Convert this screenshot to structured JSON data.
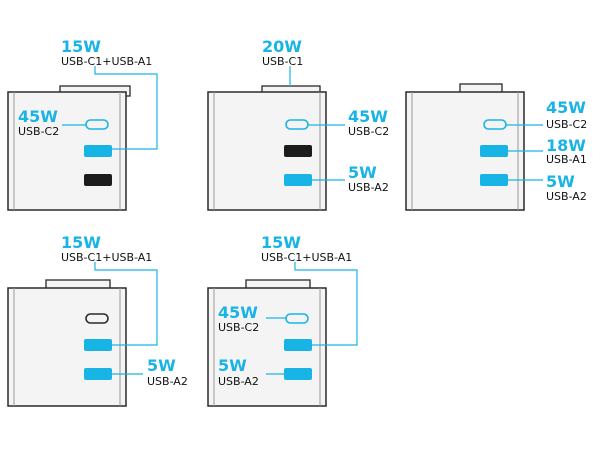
{
  "colors": {
    "accent": "#19b4e6",
    "text": "#111111",
    "body_fill": "#f4f4f4",
    "body_edge": "#2a2a2a",
    "port_dark": "#1c1c1c"
  },
  "diagrams": [
    {
      "id": "d1",
      "labels": [
        {
          "id": "a",
          "watts": "15W",
          "ports": "USB-C1+USB-A1"
        },
        {
          "id": "b",
          "watts": "45W",
          "ports": "USB-C2"
        }
      ]
    },
    {
      "id": "d2",
      "labels": [
        {
          "id": "a",
          "watts": "20W",
          "ports": "USB-C1"
        },
        {
          "id": "b",
          "watts": "45W",
          "ports": "USB-C2"
        },
        {
          "id": "c",
          "watts": "5W",
          "ports": "USB-A2"
        }
      ]
    },
    {
      "id": "d3",
      "labels": [
        {
          "id": "a",
          "watts": "45W",
          "ports": "USB-C2"
        },
        {
          "id": "b",
          "watts": "18W",
          "ports": "USB-A1"
        },
        {
          "id": "c",
          "watts": "5W",
          "ports": "USB-A2"
        }
      ]
    },
    {
      "id": "d4",
      "labels": [
        {
          "id": "a",
          "watts": "15W",
          "ports": "USB-C1+USB-A1"
        },
        {
          "id": "b",
          "watts": "5W",
          "ports": "USB-A2"
        }
      ]
    },
    {
      "id": "d5",
      "labels": [
        {
          "id": "a",
          "watts": "15W",
          "ports": "USB-C1+USB-A1"
        },
        {
          "id": "b",
          "watts": "45W",
          "ports": "USB-C2"
        },
        {
          "id": "c",
          "watts": "5W",
          "ports": "USB-A2"
        }
      ]
    }
  ]
}
